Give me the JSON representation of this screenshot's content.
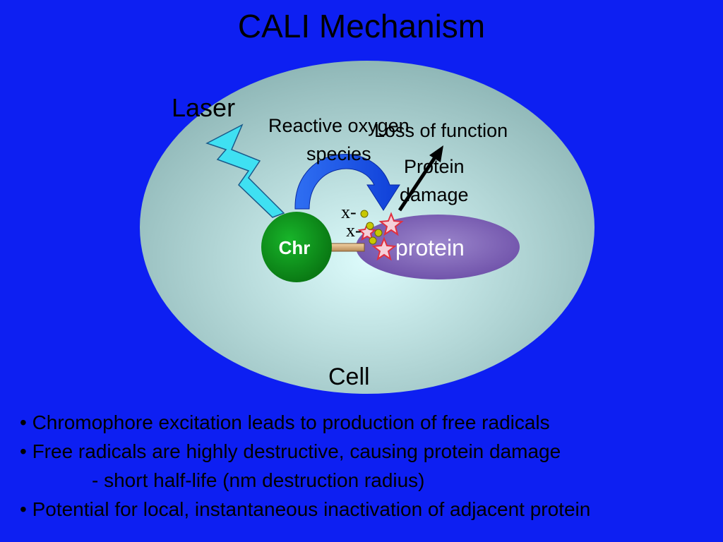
{
  "title": "CALI Mechanism",
  "labels": {
    "laser": "Laser",
    "reactive_oxygen": [
      "Reactive oxygen",
      "species"
    ],
    "loss_of_function": "Loss of function",
    "protein_damage": [
      "Protein",
      "damage"
    ],
    "chromophore": "Chr",
    "protein": "protein",
    "radical_1": "x-",
    "radical_2": "x-",
    "cell": "Cell"
  },
  "bullets": [
    "• Chromophore excitation leads to production of free radicals",
    "• Free radicals are highly destructive, causing protein damage",
    "- short half-life (nm destruction radius)",
    "• Potential for local, instantaneous inactivation of adjacent protein"
  ],
  "colors": {
    "background": "#0d1ff2",
    "cell": "#9fc7c7",
    "chromophore": "#0a8c1a",
    "protein": "#7d5fb5",
    "laser": "#3fe0f2",
    "arrow": "#1a55e0",
    "star": "#e03040"
  }
}
